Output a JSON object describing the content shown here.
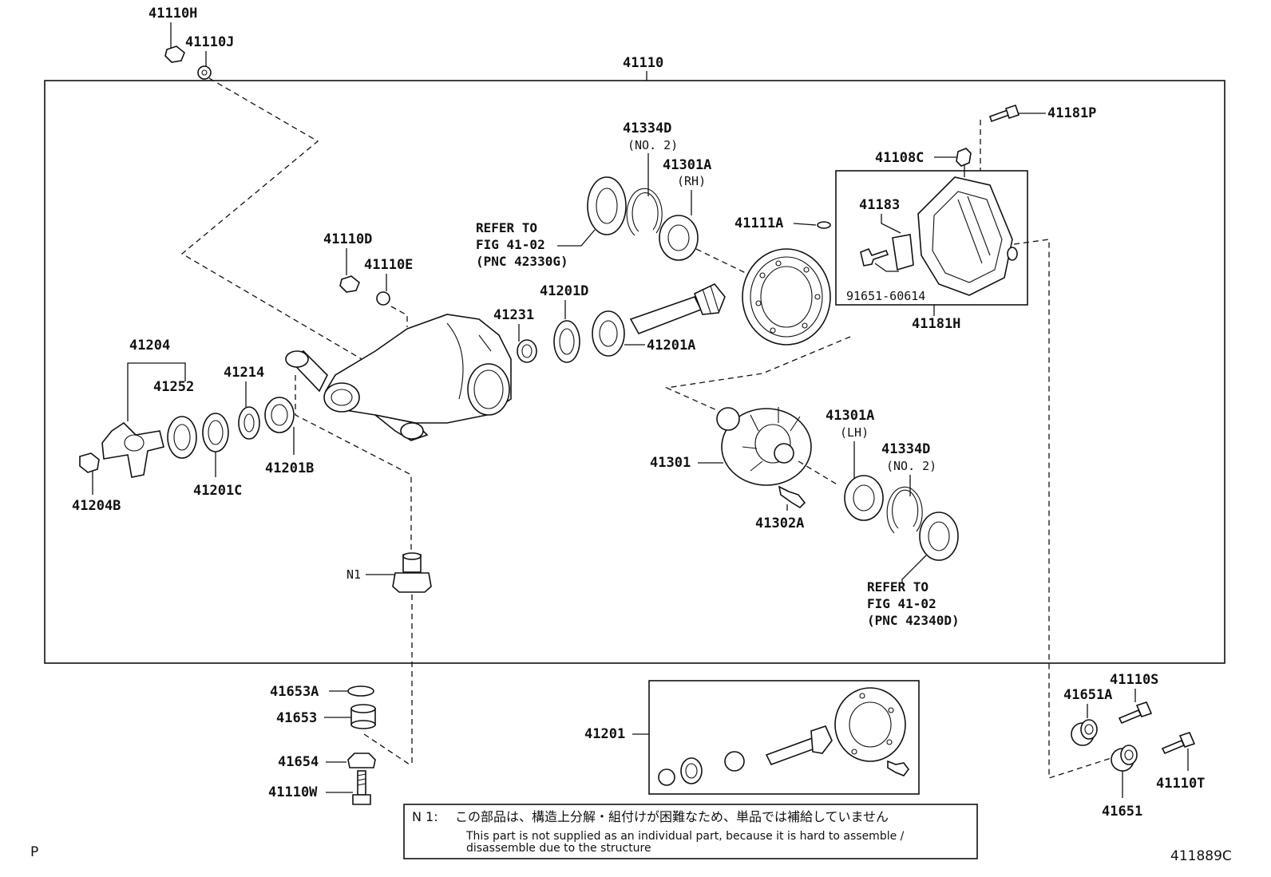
{
  "labels": {
    "p41110H": "41110H",
    "p41110J": "41110J",
    "p41110": "41110",
    "p41181P": "41181P",
    "p41334D_top": "41334D",
    "no2_top": "(NO. 2)",
    "p41301A_top": "41301A",
    "rh": "(RH)",
    "p41108C": "41108C",
    "p41183": "41183",
    "p41111A": "41111A",
    "p91651": "91651-60614",
    "p41181H": "41181H",
    "p41110D": "41110D",
    "p41110E": "41110E",
    "p41201D": "41201D",
    "p41231": "41231",
    "p41201A": "41201A",
    "p41204": "41204",
    "p41252": "41252",
    "p41214": "41214",
    "p41201C": "41201C",
    "p41201B": "41201B",
    "p41204B": "41204B",
    "p41301A_bot": "41301A",
    "lh": "(LH)",
    "p41334D_bot": "41334D",
    "no2_bot": "(NO. 2)",
    "p41301": "41301",
    "p41302A": "41302A",
    "n1": "N1",
    "p41653A": "41653A",
    "p41653": "41653",
    "p41654": "41654",
    "p41110W": "41110W",
    "p41201": "41201",
    "p41110S": "41110S",
    "p41651A": "41651A",
    "p41110T": "41110T",
    "p41651": "41651"
  },
  "refs": {
    "top": {
      "line1": "REFER TO",
      "line2": "FIG 41-02",
      "line3": "(PNC 42330G)"
    },
    "bottom": {
      "line1": "REFER TO",
      "line2": "FIG 41-02",
      "line3": "(PNC 42340D)"
    }
  },
  "note": {
    "marker": "N 1:",
    "jp": "この部品は、構造上分解・組付けが困難なため、単品では補給していません",
    "en1": "This part is not supplied as an individual part, because it is hard to assemble /",
    "en2": "disassemble due to the structure"
  },
  "corner": {
    "left": "P",
    "right": "411889C"
  }
}
